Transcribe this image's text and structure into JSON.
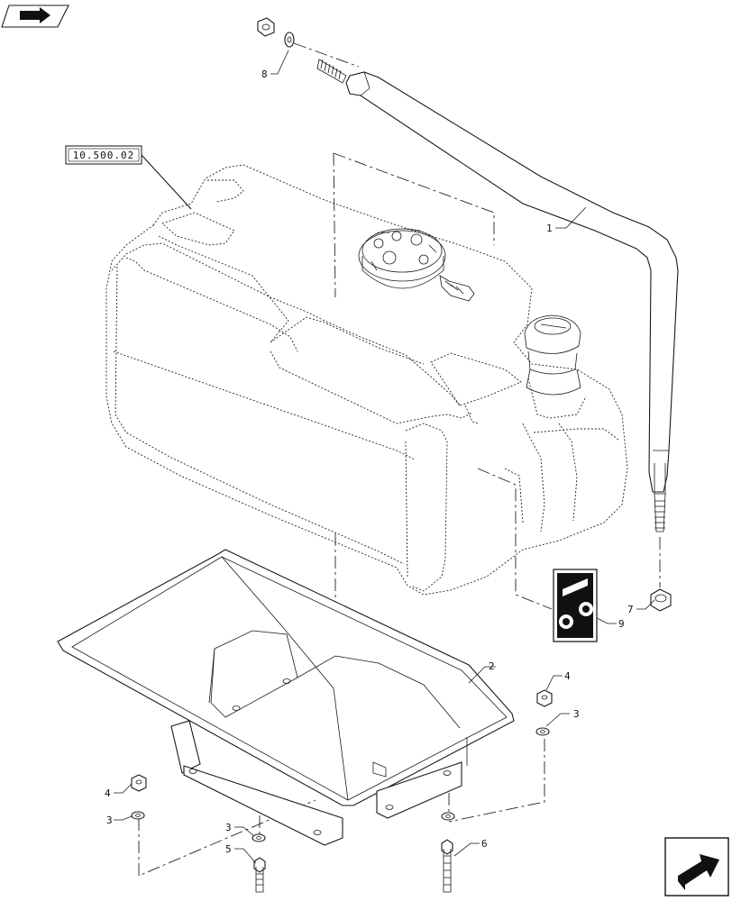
{
  "reference_box": {
    "text": "10.500.02"
  },
  "callouts": [
    {
      "id": "c1",
      "text": "1"
    },
    {
      "id": "c2",
      "text": "2"
    },
    {
      "id": "c3a",
      "text": "3"
    },
    {
      "id": "c3b",
      "text": "3"
    },
    {
      "id": "c3c",
      "text": "3"
    },
    {
      "id": "c4a",
      "text": "4"
    },
    {
      "id": "c4b",
      "text": "4"
    },
    {
      "id": "c5",
      "text": "5"
    },
    {
      "id": "c6",
      "text": "6"
    },
    {
      "id": "c7",
      "text": "7"
    },
    {
      "id": "c8",
      "text": "8"
    },
    {
      "id": "c9",
      "text": "9"
    }
  ],
  "icons": {
    "top_left": "book-arrow-icon",
    "bottom_right": "next-page-arrow-icon"
  }
}
